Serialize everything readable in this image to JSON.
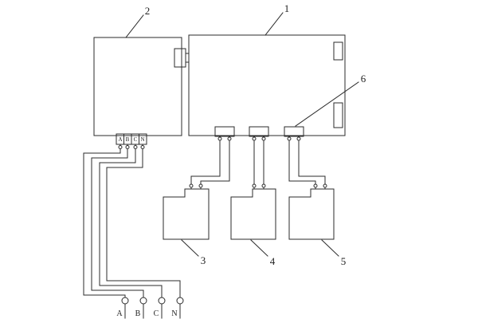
{
  "diagram": {
    "callouts": {
      "unit_right": "1",
      "unit_left": "2",
      "load_left": "3",
      "load_middle": "4",
      "load_right": "5",
      "terminal_block_callout": "6"
    },
    "input_terminal_block": {
      "terminals": [
        "A",
        "B",
        "C",
        "N"
      ]
    },
    "bottom_terminal_row": {
      "terminals": [
        "A",
        "B",
        "C",
        "N"
      ]
    },
    "colors": {
      "line": "#2b2b2b",
      "background": "#ffffff"
    }
  }
}
